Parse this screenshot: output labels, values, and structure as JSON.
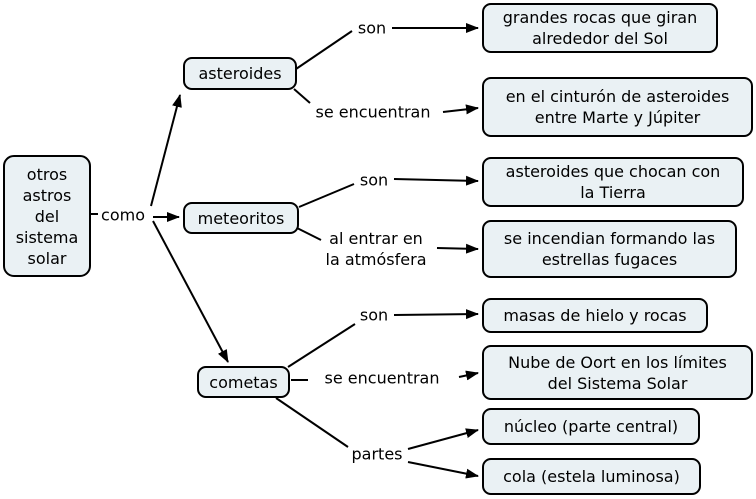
{
  "colors": {
    "background": "#ffffff",
    "node_fill": "#eaf1f4",
    "node_border": "#000000",
    "connector": "#000000",
    "text": "#000000"
  },
  "concepts": {
    "root": {
      "label": "otros\nastros\ndel\nsistema\nsolar"
    },
    "asteroides": {
      "label": "asteroides"
    },
    "meteoritos": {
      "label": "meteoritos"
    },
    "cometas": {
      "label": "cometas"
    },
    "asteroides_def": {
      "label": "grandes rocas que giran\nalrededor del Sol"
    },
    "asteroides_lugar": {
      "label": "en el cinturón de asteroides\nentre Marte y Júpiter"
    },
    "meteoritos_def": {
      "label": "asteroides que chocan con\nla Tierra"
    },
    "meteoritos_efecto": {
      "label": "se incendian formando las\nestrellas fugaces"
    },
    "cometas_def": {
      "label": "masas de hielo y rocas"
    },
    "cometas_lugar": {
      "label": "Nube de Oort en los límites\ndel Sistema Solar"
    },
    "cometas_nucleo": {
      "label": "núcleo (parte central)"
    },
    "cometas_cola": {
      "label": "cola (estela luminosa)"
    }
  },
  "linking_phrases": {
    "como": {
      "label": "como"
    },
    "asteroides_son": {
      "label": "son"
    },
    "asteroides_se_encuentran": {
      "label": "se encuentran"
    },
    "meteoritos_son": {
      "label": "son"
    },
    "meteoritos_al_entrar": {
      "label": "al entrar en\nla atmósfera"
    },
    "cometas_son": {
      "label": "son"
    },
    "cometas_se_encuentran": {
      "label": "se encuentran"
    },
    "cometas_partes": {
      "label": "partes"
    }
  }
}
